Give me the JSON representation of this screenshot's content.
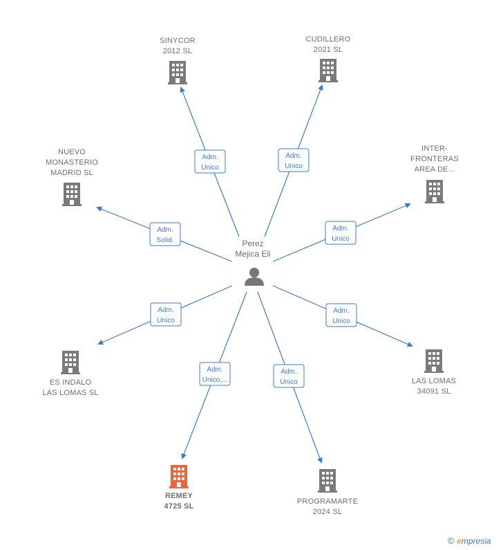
{
  "center": {
    "label": [
      "Perez",
      "Mejica Eli"
    ]
  },
  "companies": [
    {
      "id": "sinycor",
      "label": [
        "SINYCOR",
        "2012 SL"
      ],
      "role": [
        "Adm.",
        "Unico"
      ],
      "highlight": false
    },
    {
      "id": "cudillero",
      "label": [
        "CUDILLERO",
        "2021  SL"
      ],
      "role": [
        "Adm.",
        "Unico"
      ],
      "highlight": false
    },
    {
      "id": "nuevo-monasterio",
      "label": [
        "NUEVO",
        "MONASTERIO",
        "MADRID SL"
      ],
      "role": [
        "Adm.",
        "Solid."
      ],
      "highlight": false
    },
    {
      "id": "inter-fronteras",
      "label": [
        "INTER-",
        "FRONTERAS",
        "AREA DE..."
      ],
      "role": [
        "Adm.",
        "Unico"
      ],
      "highlight": false
    },
    {
      "id": "es-indalo",
      "label": [
        "ES INDALO",
        "LAS LOMAS  SL"
      ],
      "role": [
        "Adm.",
        "Unico"
      ],
      "highlight": false
    },
    {
      "id": "las-lomas",
      "label": [
        "LAS LOMAS",
        "34091  SL"
      ],
      "role": [
        "Adm.",
        "Unico"
      ],
      "highlight": false
    },
    {
      "id": "remey",
      "label": [
        "REMEY",
        "4725  SL"
      ],
      "role": [
        "Adm.",
        "Unico,..."
      ],
      "highlight": true
    },
    {
      "id": "programarte",
      "label": [
        "PROGRAMARTE",
        "2024  SL"
      ],
      "role": [
        "Adm.",
        "Unico"
      ],
      "highlight": false
    }
  ],
  "colors": {
    "edge": "#3a7bd5",
    "building": "#7a7a7a",
    "highlight": "#f0643c",
    "person": "#777777"
  },
  "footer": {
    "copyright": "©",
    "brand_e": "e",
    "brand_rest": "mpresia"
  }
}
